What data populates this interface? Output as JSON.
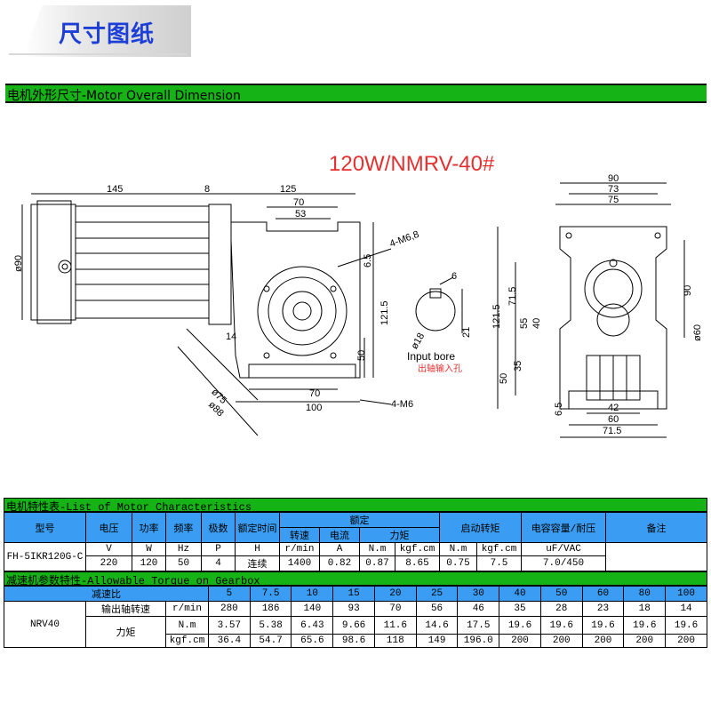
{
  "header": {
    "title": "尺寸图纸"
  },
  "section": {
    "title": "电机外形尺寸-Motor Overall Dimension"
  },
  "drawing": {
    "model": "120W/NMRV-40#",
    "input_bore_en": "Input bore",
    "input_bore_cn": "出轴输入孔",
    "dims": {
      "d145": "145",
      "d8": "8",
      "d125": "125",
      "d70": "70",
      "d53": "53",
      "d90": "ø90",
      "m6_8": "4-M6,8",
      "d6_5": "6.5",
      "d121_5": "121.5",
      "d14": "14",
      "d50": "50",
      "d70b": "70",
      "d100": "100",
      "d75": "ø75",
      "d88": "ø88",
      "m6": "4-M6",
      "b6": "6",
      "b18": "ø18",
      "b21": "21",
      "r90": "90",
      "r73": "73",
      "r75": "75",
      "r71_5": "71.5",
      "r121_5": "121.5",
      "r55": "55",
      "r40": "40",
      "r90v": "90",
      "r60": "ø60",
      "r35": "35",
      "r50": "50",
      "r6_5": "6.5",
      "r42": "42",
      "r60b": "60",
      "r71_5b": "71.5"
    }
  },
  "motor_table": {
    "title": "电机特性表-List of Motor Characteristics",
    "h_type": "型号",
    "h_voltage": "电压",
    "h_power": "功率",
    "h_freq": "频率",
    "h_poles": "极数",
    "h_time": "额定时间",
    "h_rated": "额定",
    "h_speed": "转速",
    "h_current": "电流",
    "h_torque": "力矩",
    "h_start": "启动转矩",
    "h_cap": "电容容量/耐压",
    "h_note": "备注",
    "model": "FH-5IKR120G-C",
    "units": [
      "V",
      "W",
      "Hz",
      "P",
      "H",
      "r/min",
      "A",
      "N.m",
      "kgf.cm",
      "N.m",
      "kgf.cm",
      "uF/VAC"
    ],
    "values": [
      "220",
      "120",
      "50",
      "4",
      "连续",
      "1400",
      "0.82",
      "0.87",
      "8.65",
      "0.75",
      "7.5",
      "7.0/450"
    ]
  },
  "gear_table": {
    "title": "减速机参数特性-Allowable Torque on Gearbox",
    "ratio_label": "减速比",
    "ratios": [
      "5",
      "7.5",
      "10",
      "15",
      "20",
      "25",
      "30",
      "40",
      "50",
      "60",
      "80",
      "100"
    ],
    "model": "NRV40",
    "speed_label": "输出轴转速",
    "speed_unit": "r/min",
    "speeds": [
      "280",
      "186",
      "140",
      "93",
      "70",
      "56",
      "46",
      "35",
      "28",
      "23",
      "18",
      "14"
    ],
    "torque_label": "力矩",
    "nm_unit": "N.m",
    "nm": [
      "3.57",
      "5.38",
      "6.43",
      "9.66",
      "11.6",
      "14.6",
      "17.5",
      "19.6",
      "19.6",
      "19.6",
      "19.6",
      "19.6"
    ],
    "kgf_unit": "kgf.cm",
    "kgf": [
      "36.4",
      "54.7",
      "65.6",
      "98.6",
      "118",
      "149",
      "196.0",
      "200",
      "200",
      "200",
      "200",
      "200"
    ]
  }
}
